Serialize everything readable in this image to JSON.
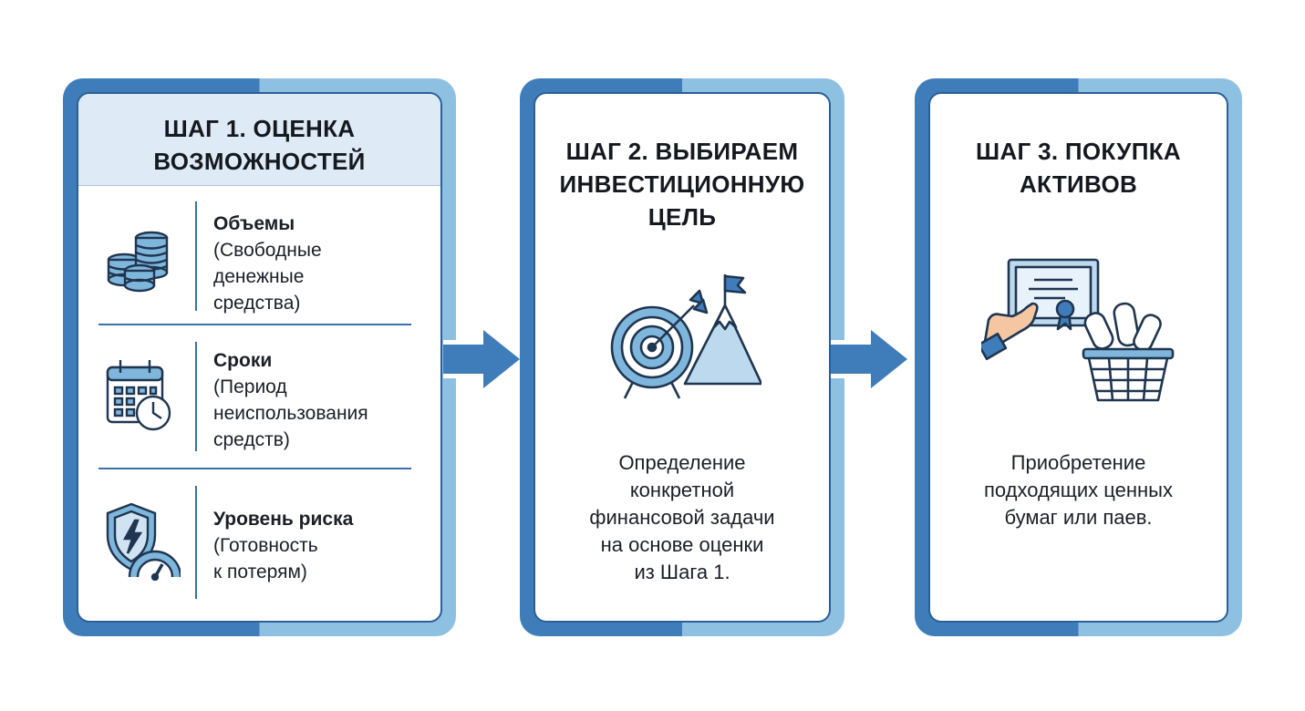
{
  "step1": {
    "title_line1": "ШАГ 1. ОЦЕНКА",
    "title_line2": "ВОЗМОЖНОСТЕЙ",
    "items": [
      {
        "icon": "coins-icon",
        "title": "Объемы",
        "desc_lines": [
          "(Свободные",
          "денежные",
          "средства)"
        ]
      },
      {
        "icon": "calendar-clock-icon",
        "title": "Сроки",
        "desc_lines": [
          "(Период",
          "неиспользования",
          "средств)"
        ]
      },
      {
        "icon": "shield-gauge-icon",
        "title": "Уровень риска",
        "desc_lines": [
          "(Готовность",
          "к потерям)"
        ]
      }
    ]
  },
  "step2": {
    "title_lines": [
      "ШАГ 2. ВЫБИРАЕМ",
      "ИНВЕСТИЦИОННУЮ",
      "ЦЕЛЬ"
    ],
    "icon": "target-mountain-icon",
    "desc_lines": [
      "Определение",
      "конкретной",
      "финансовой задачи",
      "на основе оценки",
      "из Шага 1."
    ]
  },
  "step3": {
    "title_lines": [
      "ШАГ 3. ПОКУПКА",
      "АКТИВОВ"
    ],
    "icon": "certificate-basket-icon",
    "desc_lines": [
      "Приобретение",
      "подходящих ценных",
      "бумаг или паев."
    ]
  },
  "colors": {
    "dark_blue": "#3f7dba",
    "light_blue": "#8ec0e2",
    "header_fill": "#deeaf5",
    "icon_fill": "#7fb6dc",
    "outline": "#1f3550"
  }
}
